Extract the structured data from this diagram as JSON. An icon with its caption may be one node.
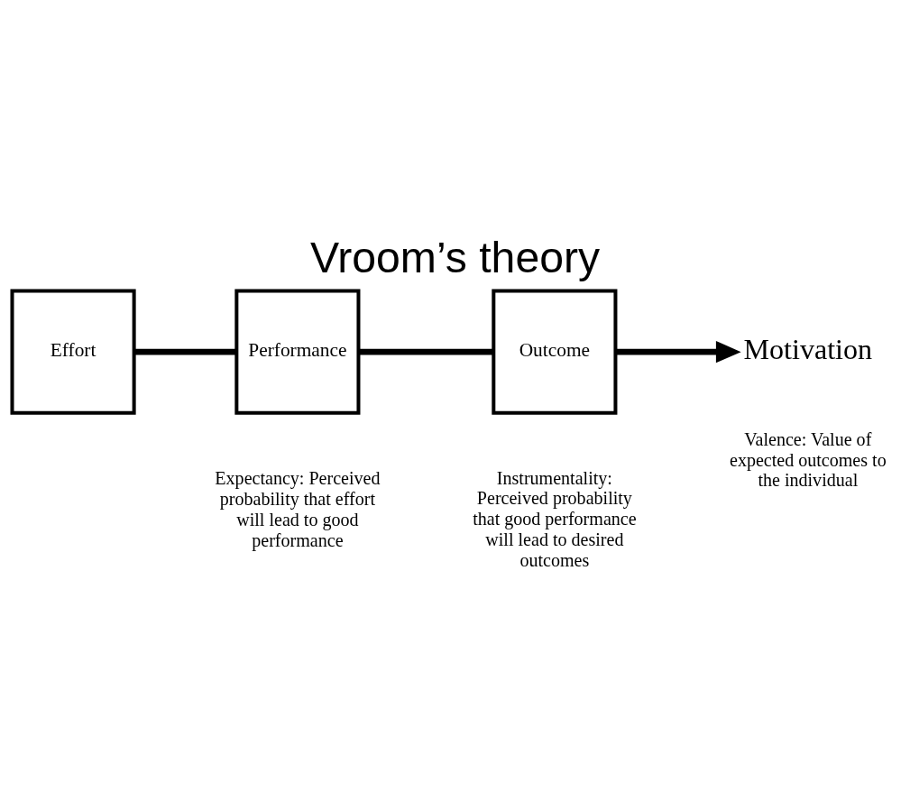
{
  "diagram": {
    "title": "Vroom’s theory",
    "nodes": [
      {
        "text": [
          "Effort"
        ]
      },
      {
        "text": [
          "Performance"
        ]
      },
      {
        "text": [
          "Outcome"
        ]
      },
      {
        "text": [
          "Motivation"
        ]
      }
    ],
    "edges": [
      {
        "from": 0,
        "to": 1,
        "arrow": "none"
      },
      {
        "from": 1,
        "to": 2,
        "arrow": "none"
      },
      {
        "from": 2,
        "to": 3,
        "arrow": "to"
      }
    ],
    "labels": [
      "Expectancy: Perceived probability that effort will lead to good performance",
      "Instrumentality: Perceived probability that good performance will lead to desired outcomes",
      "Valence: Value of expected outcomes to the individual"
    ]
  }
}
